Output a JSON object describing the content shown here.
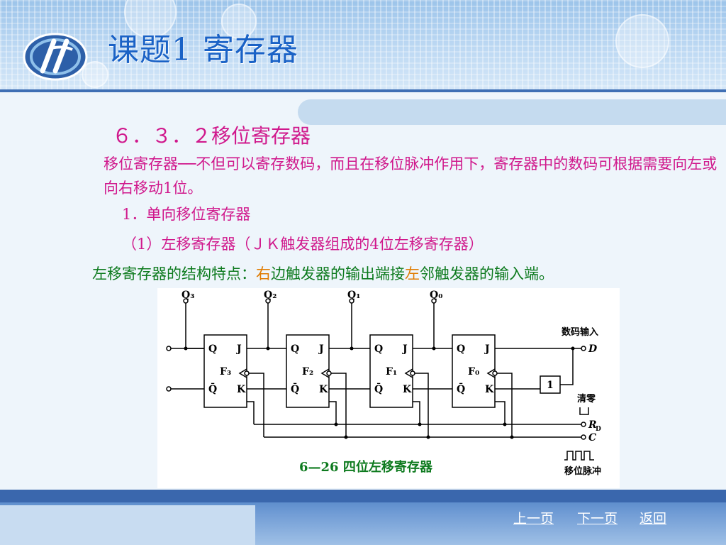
{
  "header": {
    "title": "课题1  寄存器"
  },
  "section": {
    "title": "６．３．２移位寄存器",
    "paragraph": "移位寄存器──不但可以寄存数码，而且在移位脉冲作用下，寄存器中的数码可根据需要向左或向右移动1位。",
    "sub_heading_1": "1．单向移位寄存器",
    "sub_heading_2": "（1）左移寄存器（ＪＫ触发器组成的4位左移寄存器）",
    "feature_prefix": "左移寄存器的结构特点：",
    "feature_hl1": "右",
    "feature_mid": "边触发器的输出端接",
    "feature_hl2": "左",
    "feature_suffix": "邻触发器的输入端。"
  },
  "diagram": {
    "caption": "6—26 四位左移寄存器",
    "outputs": [
      "Q₃",
      "Q₂",
      "Q₁",
      "Q₀"
    ],
    "flipflops": [
      "F₃",
      "F₂",
      "F₁",
      "F₀"
    ],
    "pin_q": "Q",
    "pin_qbar": "Q̄",
    "pin_j": "J",
    "pin_k": "K",
    "inverter": "1",
    "data_input_label": "数码输入",
    "data_input_pin": "D",
    "clear_label": "清零",
    "clear_pin": "R",
    "clear_sub": "D",
    "clock_pin": "C",
    "shift_label": "移位脉冲"
  },
  "nav": {
    "prev": "上一页",
    "next": "下一页",
    "back": "返回"
  },
  "colors": {
    "title": "#1a62c6",
    "magenta": "#d0188c",
    "green": "#0d7a1e",
    "orange": "#e07b00"
  }
}
